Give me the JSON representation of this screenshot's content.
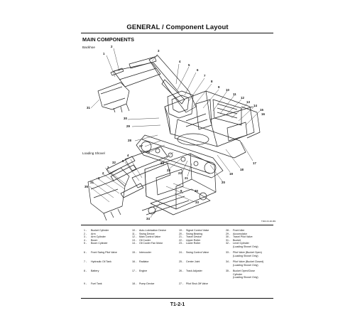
{
  "header": {
    "title": "GENERAL / Component Layout"
  },
  "section": {
    "title": "MAIN COMPONENTS"
  },
  "diagrams": {
    "backhoe_label": "Backhoe",
    "loading_shovel_label": "Loading Shovel",
    "code": "T1D2-01-02-001"
  },
  "callouts": [
    "1",
    "2",
    "3",
    "4",
    "5",
    "6",
    "7",
    "8",
    "9",
    "10",
    "11",
    "12",
    "13",
    "14",
    "15",
    "16",
    "17",
    "18",
    "19",
    "20",
    "21",
    "22",
    "23",
    "24",
    "25",
    "26",
    "27",
    "28",
    "29",
    "30",
    "31",
    "32",
    "33",
    "34",
    "35",
    "9",
    "22",
    "30",
    "31",
    "32",
    "33",
    "34",
    "35"
  ],
  "legend": [
    [
      "1 -",
      "Bucket Cylinder"
    ],
    [
      "2 -",
      "Arm"
    ],
    [
      "3 -",
      "Arm Cylinder"
    ],
    [
      "4 -",
      "Boom"
    ],
    [
      "5 -",
      "Boom Cylinder"
    ],
    [
      "6 -",
      "Front Swing Pilot Valve"
    ],
    [
      "7 -",
      "Hydraulic Oil Tank"
    ],
    [
      "8 -",
      "Battery"
    ],
    [
      "9 -",
      "Fuel Tank"
    ],
    [
      "10 -",
      "Auto-Lubrication Device"
    ],
    [
      "11 -",
      "Swing Device"
    ],
    [
      "12 -",
      "Main Control Valve"
    ],
    [
      "13 -",
      "Oil Cooler"
    ],
    [
      "14 -",
      "Oil Cooler Fan Motor"
    ],
    [
      "15 -",
      "Intercooler"
    ],
    [
      "16 -",
      "Radiator"
    ],
    [
      "17 -",
      "Engine"
    ],
    [
      "18 -",
      "Pump Device"
    ],
    [
      "19 -",
      "Signal Control Valve"
    ],
    [
      "20 -",
      "Swing Bearing"
    ],
    [
      "21 -",
      "Travel Device"
    ],
    [
      "22 -",
      "Upper Roller"
    ],
    [
      "23 -",
      "Lower Roller"
    ],
    [
      "24 -",
      "Swing Control Valve"
    ],
    [
      "25 -",
      "Center Joint"
    ],
    [
      "26 -",
      "Track Adjuster"
    ],
    [
      "27 -",
      "Pilot Shut-Off Valve"
    ],
    [
      "28 -",
      "Front Idler"
    ],
    [
      "29 -",
      "Accumulator"
    ],
    [
      "30 -",
      "Travel Pilot Valve"
    ],
    [
      "31 -",
      "Bucket"
    ],
    [
      "32 -",
      "Level Cylinder"
    ],
    [
      "",
      "(Loading Shovel Only)"
    ],
    [
      "33 -",
      "Pilot Valve (Bucket Open)"
    ],
    [
      "",
      "(Loading Shovel Only)"
    ],
    [
      "34 -",
      "Pilot Valve (Bucket Closed)"
    ],
    [
      "",
      "(Loading Shovel Only)"
    ],
    [
      "35 -",
      "Bucket Open/Close"
    ],
    [
      "",
      "Cylinder"
    ],
    [
      "",
      "(Loading Shovel Only)"
    ]
  ],
  "footer": {
    "page": "T1-2-1"
  }
}
